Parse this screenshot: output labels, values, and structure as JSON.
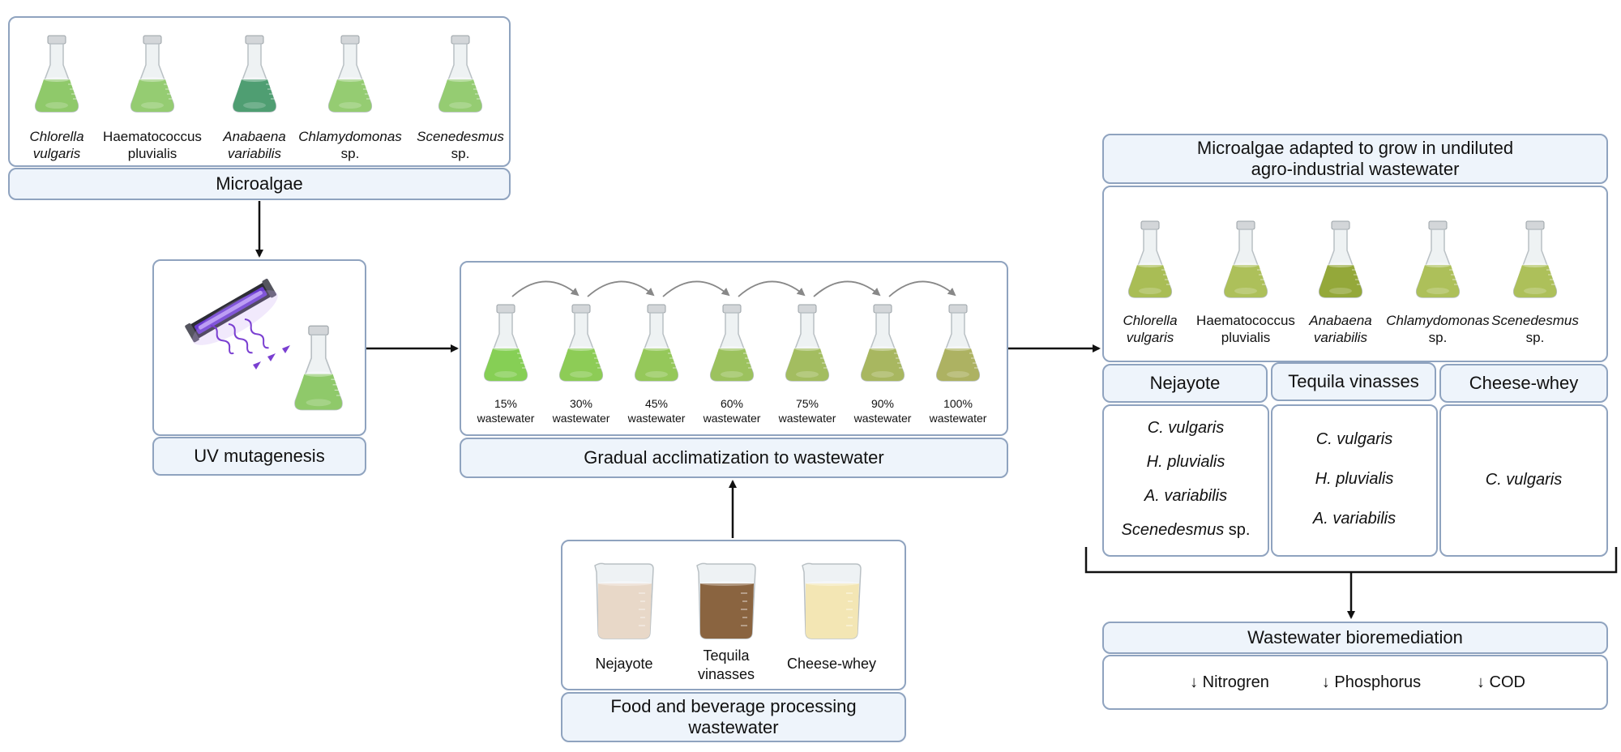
{
  "microalgae_panel": {
    "label": "Microalgae",
    "species": [
      {
        "line1": "Chlorella",
        "line2": "vulgaris",
        "italic1": true,
        "italic2": true,
        "color": "#8fc96a"
      },
      {
        "line1": "Haematococcus",
        "line2": "pluvialis",
        "italic1": false,
        "italic2": false,
        "color": "#95cc72"
      },
      {
        "line1": "Anabaena",
        "line2": "variabilis",
        "italic1": true,
        "italic2": true,
        "color": "#4f9e72"
      },
      {
        "line1": "Chlamydomonas",
        "line2": "sp.",
        "italic1": true,
        "italic2": false,
        "color": "#95cc72"
      },
      {
        "line1": "Scenedesmus",
        "line2": "sp.",
        "italic1": true,
        "italic2": false,
        "color": "#95cc72"
      }
    ]
  },
  "uv_panel": {
    "label": "UV mutagenesis"
  },
  "acclimatization_panel": {
    "label": "Gradual acclimatization to wastewater",
    "steps": [
      {
        "pct": "15%",
        "word": "wastewater",
        "color": "#86cf55"
      },
      {
        "pct": "30%",
        "word": "wastewater",
        "color": "#8dcc56"
      },
      {
        "pct": "45%",
        "word": "wastewater",
        "color": "#95c85a"
      },
      {
        "pct": "60%",
        "word": "wastewater",
        "color": "#9cc25e"
      },
      {
        "pct": "75%",
        "word": "wastewater",
        "color": "#a3bd60"
      },
      {
        "pct": "90%",
        "word": "wastewater",
        "color": "#a8b760"
      },
      {
        "pct": "100%",
        "word": "wastewater",
        "color": "#adb262"
      }
    ]
  },
  "wastewater_panel": {
    "label_line1": "Food and beverage processing",
    "label_line2": "wastewater",
    "beakers": [
      {
        "line1": "Nejayote",
        "line2": "",
        "color": "#e8d8c8"
      },
      {
        "line1": "Tequila",
        "line2": "vinasses",
        "color": "#8a6440"
      },
      {
        "line1": "Cheese-whey",
        "line2": "",
        "color": "#f3e6b4"
      }
    ]
  },
  "adapted_panel": {
    "label_line1": "Microalgae adapted to grow in undiluted",
    "label_line2": "agro-industrial wastewater",
    "species": [
      {
        "line1": "Chlorella",
        "line2": "vulgaris",
        "italic1": true,
        "italic2": true,
        "color": "#a9bd55"
      },
      {
        "line1": "Haematococcus",
        "line2": "pluvialis",
        "italic1": false,
        "italic2": false,
        "color": "#adc05a"
      },
      {
        "line1": "Anabaena",
        "line2": "variabilis",
        "italic1": true,
        "italic2": true,
        "color": "#94a83a"
      },
      {
        "line1": "Chlamydomonas",
        "line2": "sp.",
        "italic1": true,
        "italic2": false,
        "color": "#adc05a"
      },
      {
        "line1": "Scenedesmus",
        "line2": "sp.",
        "italic1": true,
        "italic2": false,
        "color": "#adc05a"
      }
    ]
  },
  "table": {
    "headers": [
      "Nejayote",
      "Tequila vinasses",
      "Cheese-whey"
    ],
    "col1": [
      {
        "name": "C. vulgaris",
        "suffix": ""
      },
      {
        "name": "H. pluvialis",
        "suffix": ""
      },
      {
        "name": "A. variabilis",
        "suffix": ""
      },
      {
        "name": "Scenedesmus",
        "suffix": " sp."
      }
    ],
    "col2": [
      {
        "name": "C. vulgaris",
        "suffix": ""
      },
      {
        "name": "H. pluvialis",
        "suffix": ""
      },
      {
        "name": "A. variabilis",
        "suffix": ""
      }
    ],
    "col3": [
      {
        "name": "C. vulgaris",
        "suffix": ""
      }
    ]
  },
  "bioremediation_panel": {
    "label": "Wastewater bioremediation",
    "items": [
      "↓ Nitrogren",
      "↓ Phosphorus",
      "↓ COD"
    ]
  },
  "colors": {
    "border": "#8fa3bf",
    "label_fill": "#eef4fb",
    "arrow": "#111111",
    "curve_arrow": "#888888",
    "uv_lamp": "#7a3fd1"
  }
}
